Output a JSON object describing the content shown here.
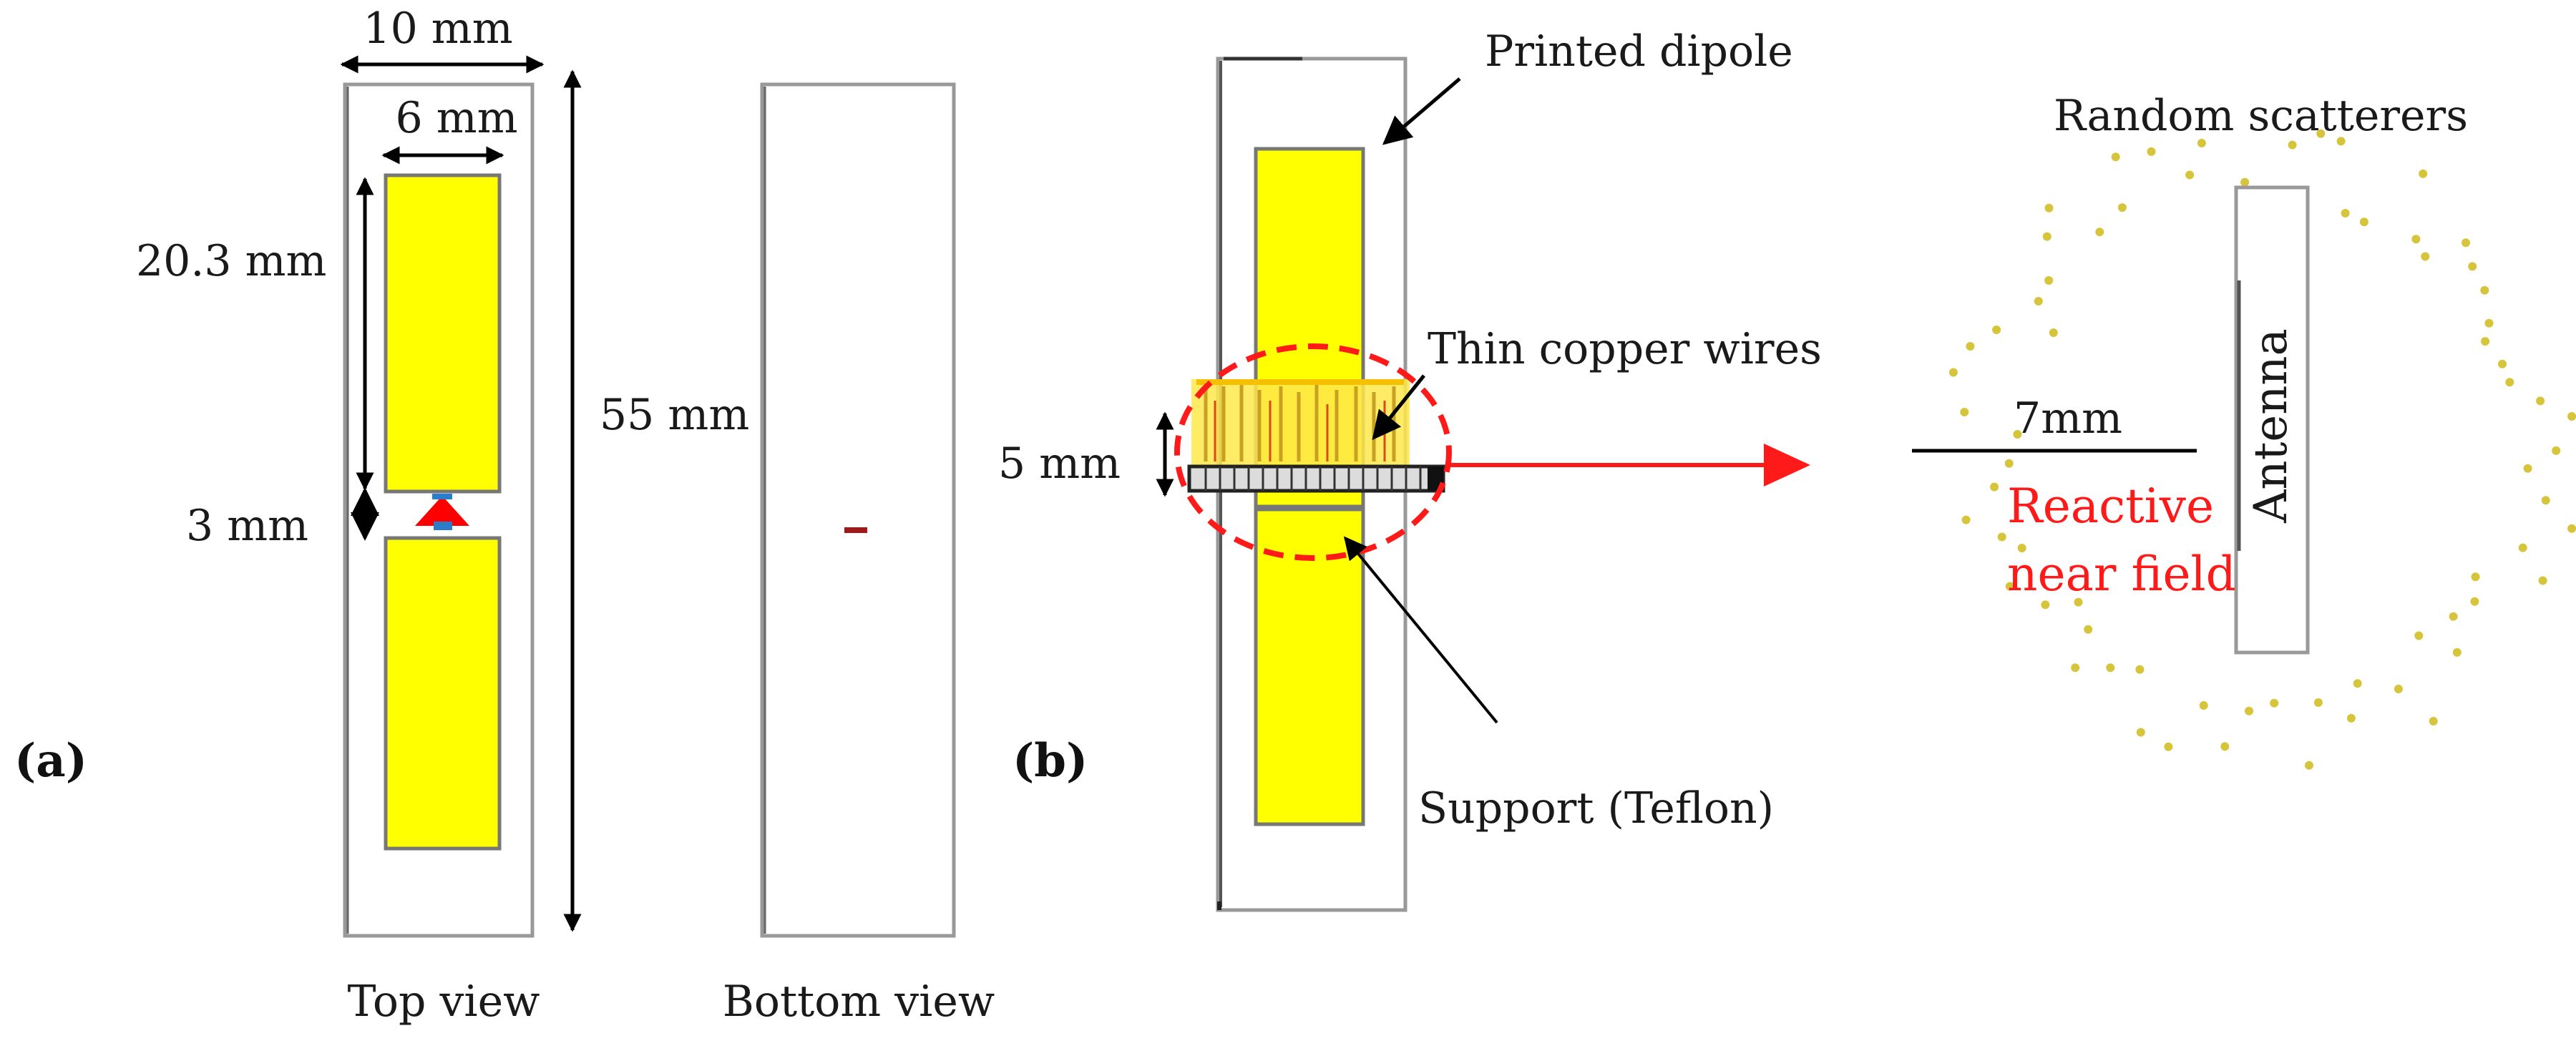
{
  "labels": {
    "panel_a": "(a)",
    "panel_b": "(b)",
    "dim_10mm": "10 mm",
    "dim_6mm": "6 mm",
    "dim_20_3mm": "20.3 mm",
    "dim_55mm": "55 mm",
    "dim_3mm": "3 mm",
    "top_view": "Top view",
    "bottom_view": "Bottom view",
    "printed_dipole": "Printed dipole",
    "thin_copper_wires": "Thin copper wires",
    "dim_5mm": "5 mm",
    "support": "Support (Teflon)",
    "random_scatterers": "Random scatterers",
    "dim_7mm": "7mm",
    "reactive_line1": "Reactive",
    "reactive_line2": "near field",
    "antenna": "Antenna"
  },
  "colors": {
    "dipole_yellow": "#ffff00",
    "scatterer_dot": "#d6c53a",
    "feed_red": "#ff0000",
    "ellipse_red": "#ff1a1a",
    "substrate_edge": "#999999"
  },
  "icons": {
    "dimension_arrow": "double-headed-arrow",
    "pointer_arrow": "arrow",
    "feed": "triangle"
  }
}
